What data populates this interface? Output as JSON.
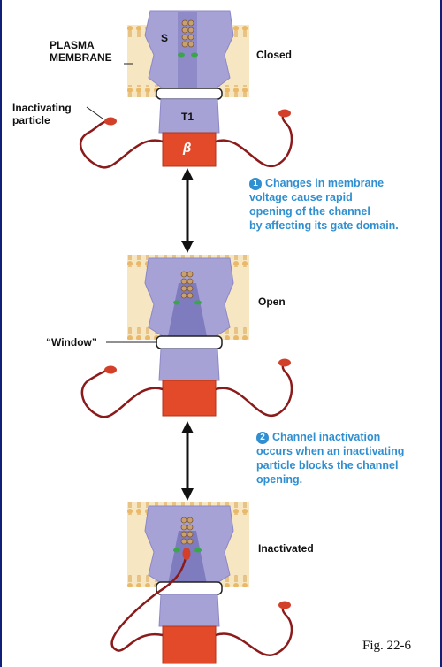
{
  "labels": {
    "plasma_membrane_line1": "PLASMA",
    "plasma_membrane_line2": "MEMBRANE",
    "segment_s": "S",
    "closed": "Closed",
    "inactivating_line1": "Inactivating",
    "inactivating_line2": "particle",
    "t1": "T1",
    "beta": "β",
    "open": "Open",
    "window": "“Window”",
    "inactivated": "Inactivated"
  },
  "steps": [
    {
      "number": "1",
      "lines": [
        "Changes in membrane",
        "voltage cause rapid",
        "opening of the channel",
        "by affecting its gate domain."
      ]
    },
    {
      "number": "2",
      "lines": [
        "Channel inactivation",
        "occurs when an inactivating",
        "particle blocks the channel",
        "opening."
      ]
    }
  ],
  "figure_label": "Fig. 22-6",
  "colors": {
    "background": "#1a2a8c",
    "membrane": "#f3d7a0",
    "channel": "#a6a2d6",
    "channel_dark": "#7f7bbf",
    "beta": "#e24a2a",
    "chain": "#8b1a1a",
    "step_text": "#2f8fd0",
    "gate_green": "#3aa64a"
  }
}
